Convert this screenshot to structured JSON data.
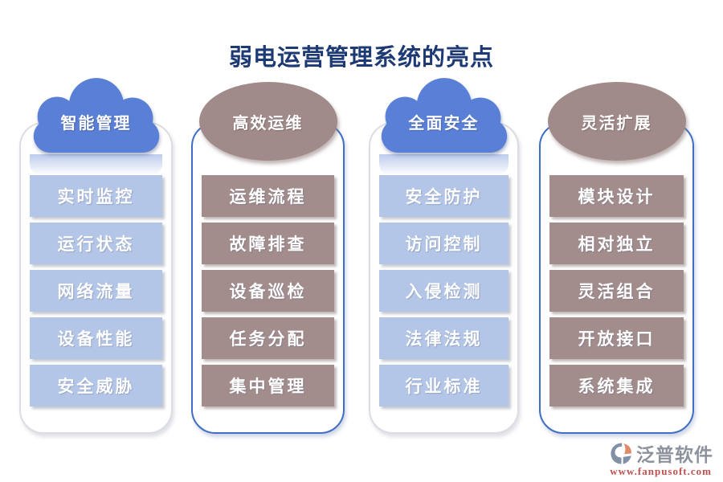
{
  "title": "弱电运营管理系统的亮点",
  "columns": [
    {
      "header": "智能管理",
      "header_shape": "cloud",
      "theme": "blue",
      "items": [
        "实时监控",
        "运行状态",
        "网络流量",
        "设备性能",
        "安全威胁"
      ]
    },
    {
      "header": "高效运维",
      "header_shape": "ellipse",
      "theme": "mauve",
      "items": [
        "运维流程",
        "故障排查",
        "设备巡检",
        "任务分配",
        "集中管理"
      ]
    },
    {
      "header": "全面安全",
      "header_shape": "cloud",
      "theme": "blue",
      "items": [
        "安全防护",
        "访问控制",
        "入侵检测",
        "法律法规",
        "行业标准"
      ]
    },
    {
      "header": "灵活扩展",
      "header_shape": "ellipse",
      "theme": "mauve",
      "items": [
        "模块设计",
        "相对独立",
        "灵活组合",
        "开放接口",
        "系统集成"
      ]
    }
  ],
  "footer": {
    "brand": "泛普软件",
    "url": "www.fanpusoft.com"
  },
  "colors": {
    "title_navy": "#1e3a74",
    "cloud_blue": "#5a7fd6",
    "item_light_blue": "#b4c6e7",
    "header_mauve": "#a18a8a",
    "item_mauve": "#a38c8c",
    "panel_border_blue": "#3f6ec6",
    "panel_border_silver": "#dcdce4",
    "brand_gray": "#8d939d",
    "url_red": "#c0504d"
  }
}
